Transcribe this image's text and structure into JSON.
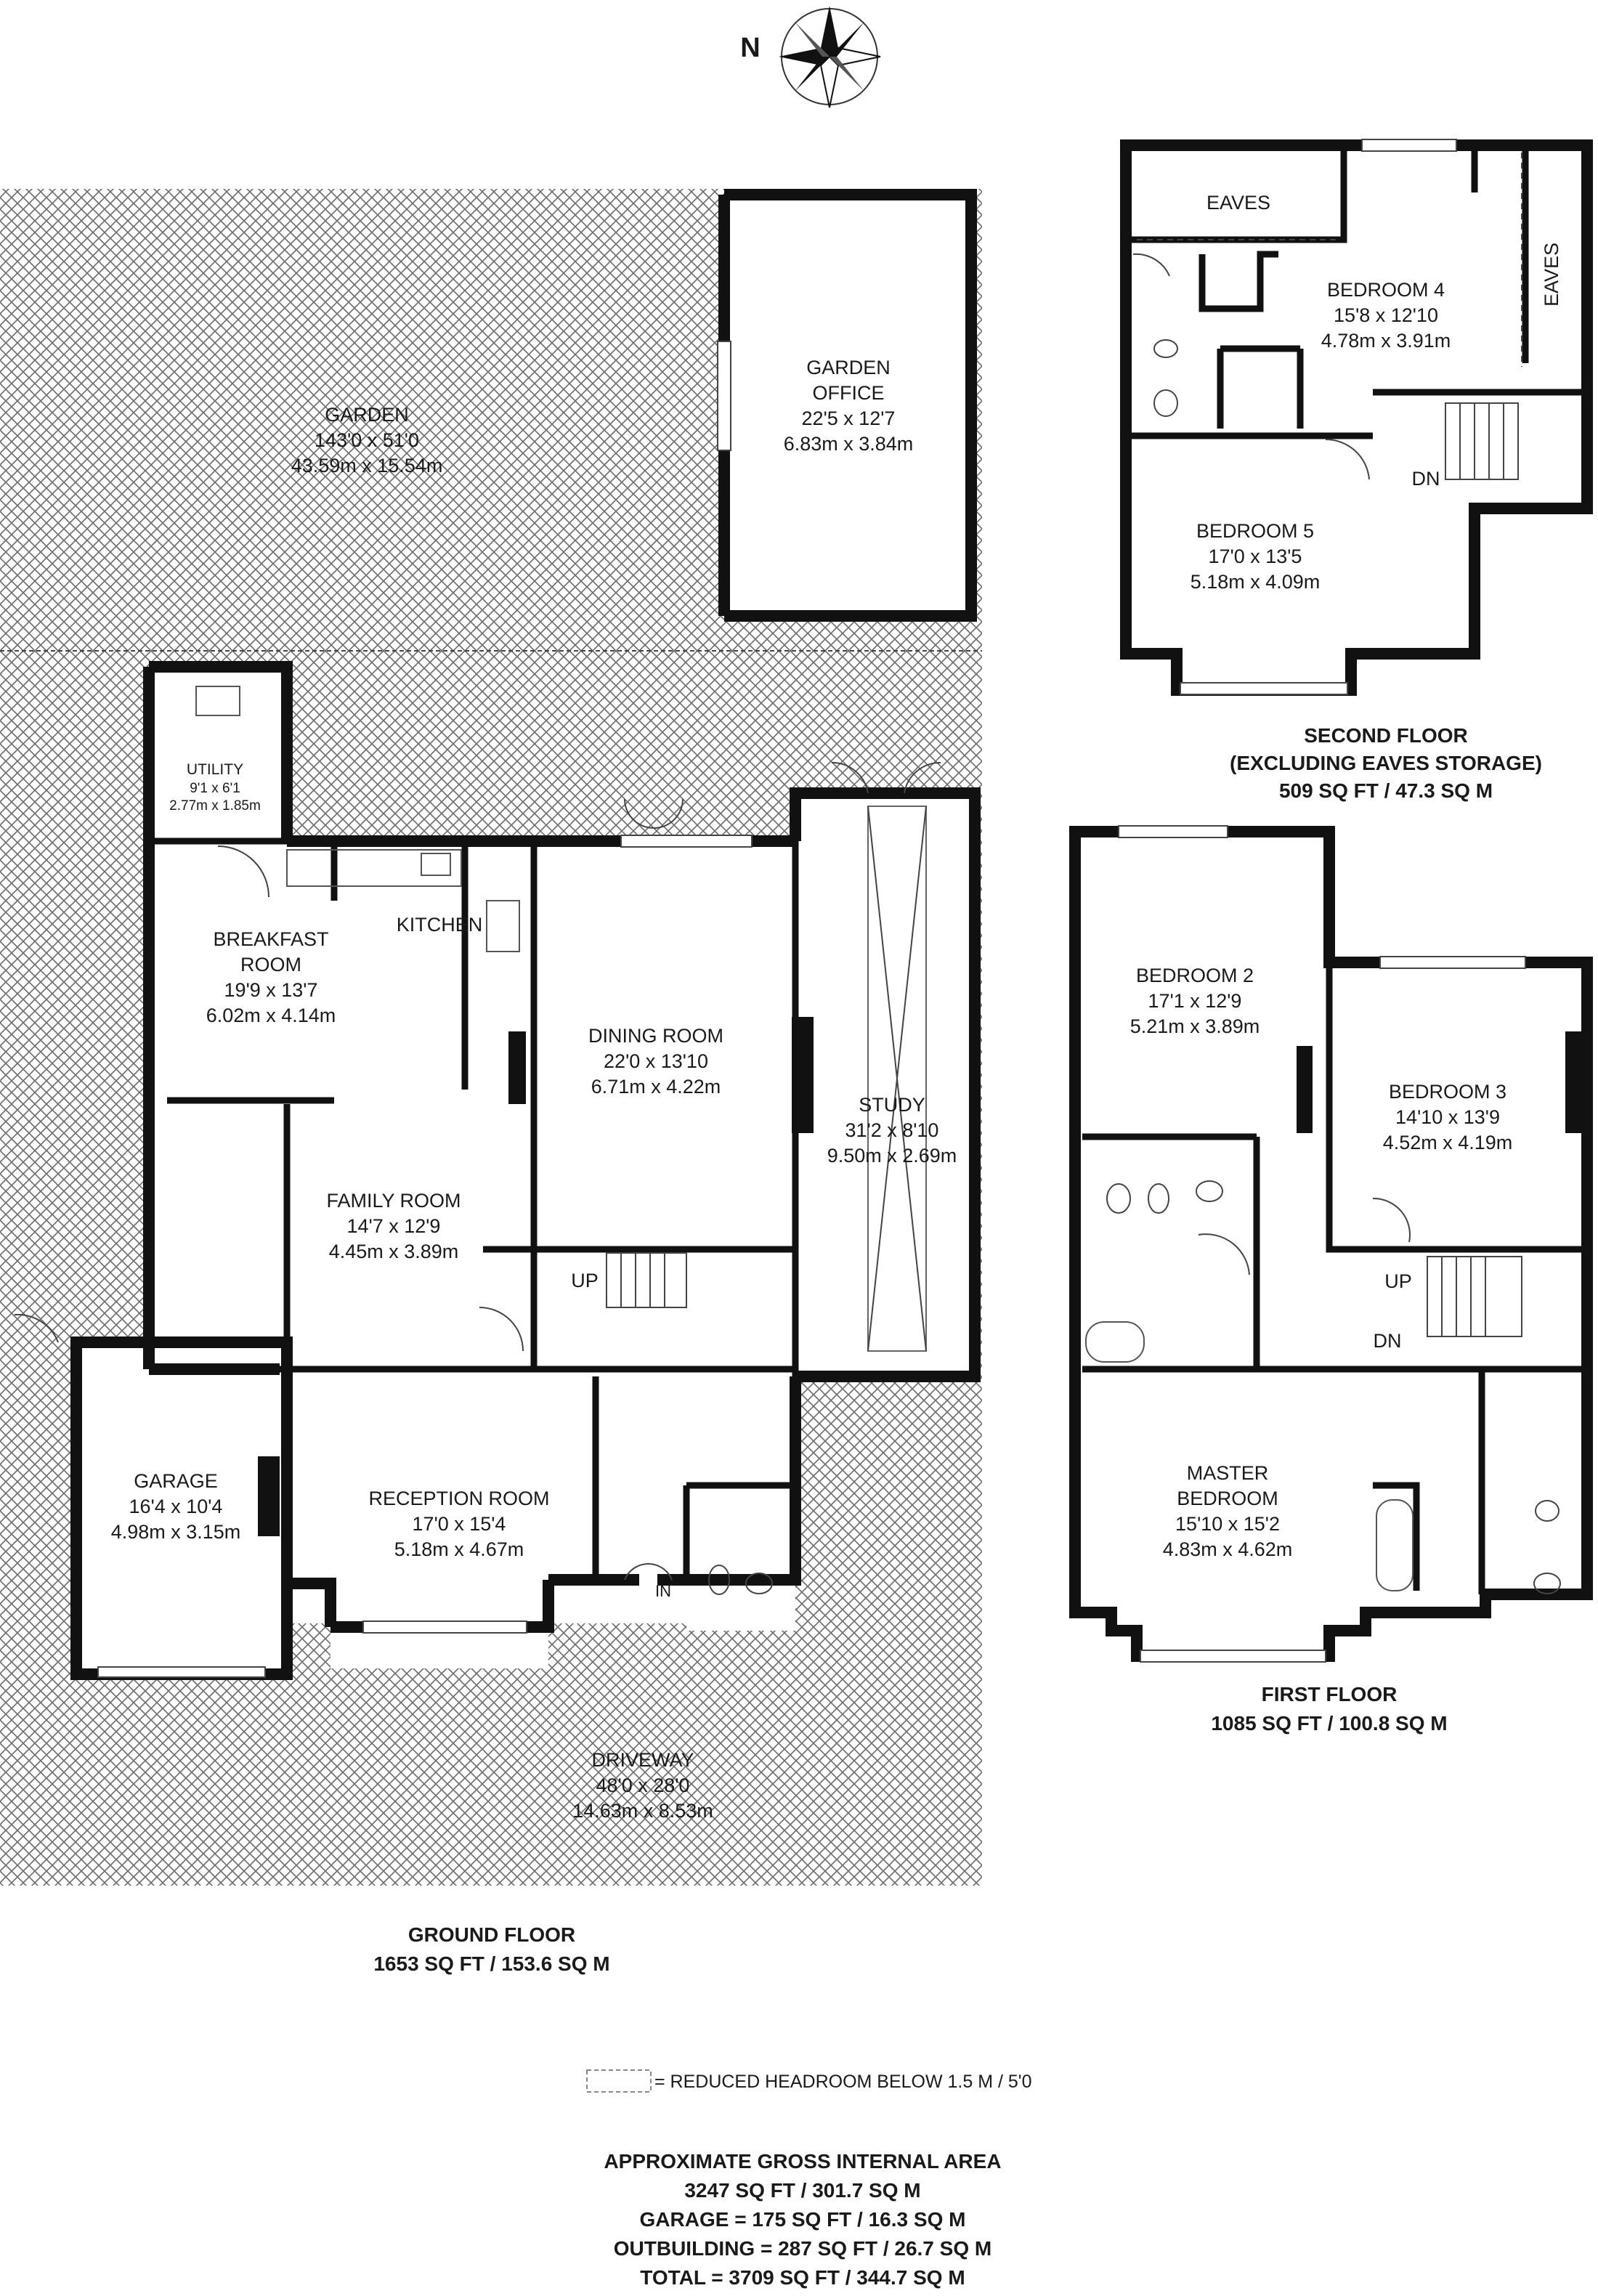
{
  "compass": {
    "label": "N"
  },
  "ground_floor": {
    "title": "GROUND FLOOR",
    "area": "1653 SQ FT / 153.6 SQ M",
    "rooms": [
      {
        "name": "GARDEN",
        "imperial": "143'0 x 51'0",
        "metric": "43.59m x 15.54m"
      },
      {
        "name": "GARDEN OFFICE",
        "imperial": "22'5 x 12'7",
        "metric": "6.83m x 3.84m"
      },
      {
        "name": "UTILITY",
        "imperial": "9'1 x 6'1",
        "metric": "2.77m x 1.85m"
      },
      {
        "name": "KITCHEN",
        "imperial": "",
        "metric": ""
      },
      {
        "name": "BREAKFAST ROOM",
        "imperial": "19'9 x 13'7",
        "metric": "6.02m x 4.14m"
      },
      {
        "name": "DINING ROOM",
        "imperial": "22'0 x 13'10",
        "metric": "6.71m x 4.22m"
      },
      {
        "name": "STUDY",
        "imperial": "31'2 x 8'10",
        "metric": "9.50m x 2.69m"
      },
      {
        "name": "FAMILY ROOM",
        "imperial": "14'7 x 12'9",
        "metric": "4.45m x 3.89m"
      },
      {
        "name": "GARAGE",
        "imperial": "16'4 x 10'4",
        "metric": "4.98m x 3.15m"
      },
      {
        "name": "RECEPTION ROOM",
        "imperial": "17'0 x 15'4",
        "metric": "5.18m x 4.67m"
      },
      {
        "name": "DRIVEWAY",
        "imperial": "48'0 x 28'0",
        "metric": "14.63m x 8.53m"
      }
    ],
    "marks": {
      "up": "UP",
      "in": "IN"
    }
  },
  "first_floor": {
    "title": "FIRST FLOOR",
    "area": "1085 SQ FT / 100.8 SQ M",
    "rooms": [
      {
        "name": "BEDROOM 2",
        "imperial": "17'1 x 12'9",
        "metric": "5.21m x 3.89m"
      },
      {
        "name": "BEDROOM 3",
        "imperial": "14'10 x 13'9",
        "metric": "4.52m x 4.19m"
      },
      {
        "name": "MASTER BEDROOM",
        "imperial": "15'10 x 15'2",
        "metric": "4.83m x 4.62m"
      }
    ],
    "marks": {
      "up": "UP",
      "dn": "DN"
    }
  },
  "second_floor": {
    "title": "SECOND FLOOR",
    "subtitle": "(EXCLUDING EAVES STORAGE)",
    "area": "509 SQ FT / 47.3 SQ M",
    "rooms": [
      {
        "name": "EAVES",
        "imperial": "",
        "metric": ""
      },
      {
        "name": "EAVES",
        "imperial": "",
        "metric": ""
      },
      {
        "name": "BEDROOM 4",
        "imperial": "15'8 x 12'10",
        "metric": "4.78m x 3.91m"
      },
      {
        "name": "BEDROOM 5",
        "imperial": "17'0 x 13'5",
        "metric": "5.18m x 4.09m"
      }
    ],
    "marks": {
      "dn": "DN"
    }
  },
  "legend": {
    "text": "= REDUCED HEADROOM BELOW 1.5 M / 5'0"
  },
  "totals": {
    "title": "APPROXIMATE GROSS INTERNAL AREA",
    "lines": [
      "3247 SQ FT / 301.7 SQ M",
      "GARAGE = 175 SQ FT / 16.3 SQ M",
      "OUTBUILDING = 287 SQ FT / 26.7 SQ M",
      "TOTAL = 3709 SQ FT / 344.7 SQ M"
    ]
  }
}
